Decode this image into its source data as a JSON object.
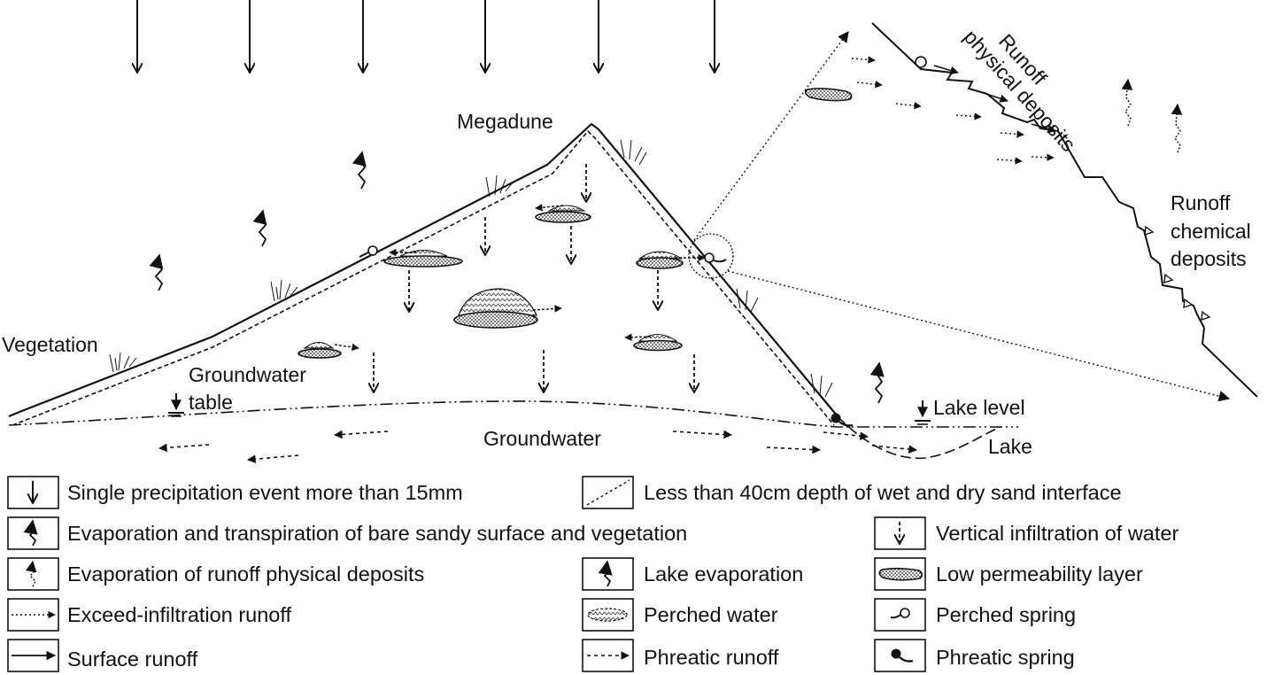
{
  "labels": {
    "megadune": "Megadune",
    "vegetation": "Vegetation",
    "groundwater_table_line1": "Groundwater",
    "groundwater_table_line2": "table",
    "groundwater": "Groundwater",
    "lake_level": "Lake level",
    "lake": "Lake",
    "runoff_physical_line1": "Runoff",
    "runoff_physical_line2": "physical deposits",
    "runoff_chemical_line1": "Runoff",
    "runoff_chemical_line2": "chemical",
    "runoff_chemical_line3": "deposits"
  },
  "legend": {
    "precipitation": "Single precipitation event more than 15mm",
    "sand_interface": "Less than 40cm depth of wet and dry sand interface",
    "evapotranspiration": "Evaporation and transpiration of bare sandy surface and vegetation",
    "vertical_infiltration": "Vertical infiltration of water",
    "evaporation_runoff_deposits": "Evaporation of runoff physical deposits",
    "lake_evaporation": "Lake evaporation",
    "low_permeability": "Low permeability layer",
    "exceed_infiltration_runoff": "Exceed-infiltration runoff",
    "perched_water": "Perched water",
    "perched_spring": "Perched spring",
    "surface_runoff": "Surface  runoff",
    "phreatic_runoff": "Phreatic runoff",
    "phreatic_spring": "Phreatic spring"
  }
}
